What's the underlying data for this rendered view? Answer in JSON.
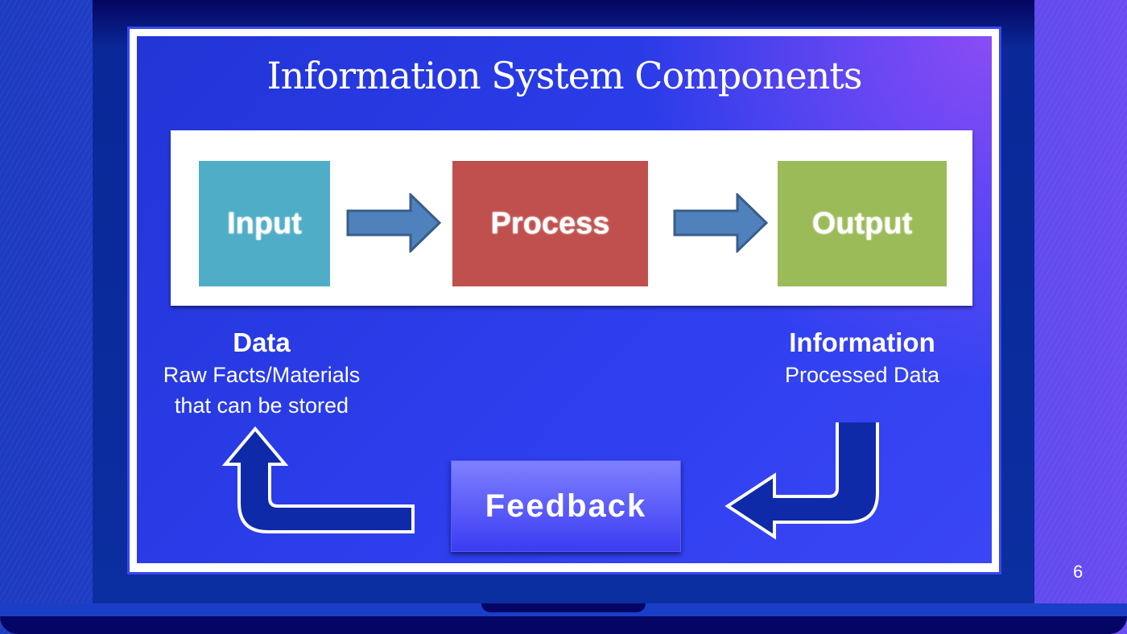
{
  "slide": {
    "title": "Information System Components",
    "page_number": "6"
  },
  "flow": [
    {
      "label": "Input",
      "color": "#4fadc8"
    },
    {
      "label": "Process",
      "color": "#c0504d"
    },
    {
      "label": "Output",
      "color": "#9bbb59"
    }
  ],
  "data_label": {
    "heading": "Data",
    "line1": "Raw Facts/Materials",
    "line2": "that can be stored"
  },
  "info_label": {
    "heading": "Information",
    "line1": "Processed Data"
  },
  "feedback": "Feedback"
}
